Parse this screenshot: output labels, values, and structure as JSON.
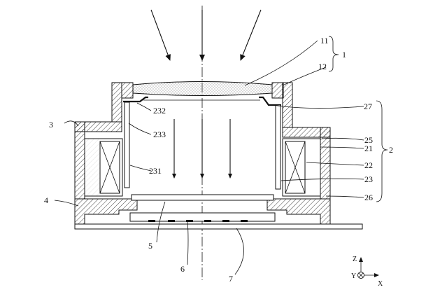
{
  "diagram": {
    "labels": {
      "l11": "11",
      "l12": "12",
      "l1": "1",
      "l3": "3",
      "l232": "232",
      "l233": "233",
      "l27": "27",
      "l25": "25",
      "l21": "21",
      "l2": "2",
      "l22": "22",
      "l231": "231",
      "l23": "23",
      "l4": "4",
      "l26": "26",
      "l5": "5",
      "l6": "6",
      "l7": "7"
    },
    "axes": {
      "z": "Z",
      "y": "Y",
      "x": "X"
    }
  }
}
